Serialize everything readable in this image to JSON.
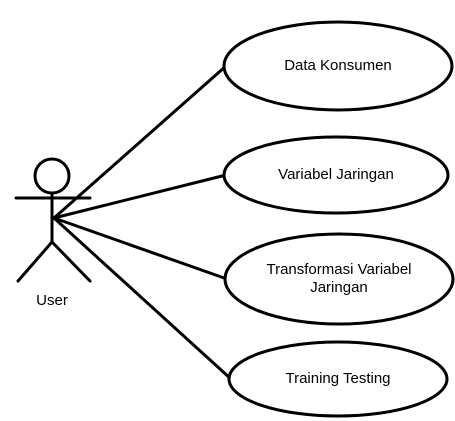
{
  "diagram": {
    "type": "use-case",
    "actor": {
      "name": "User",
      "icon": "stick-figure-icon"
    },
    "use_cases": [
      {
        "lines": [
          "Data Konsumen"
        ]
      },
      {
        "lines": [
          "Variabel Jaringan"
        ]
      },
      {
        "lines": [
          "Transformasi Variabel",
          "Jaringan"
        ]
      },
      {
        "lines": [
          "Training Testing"
        ]
      }
    ],
    "associations": [
      {
        "from": "User",
        "to_use_case": 0
      },
      {
        "from": "User",
        "to_use_case": 1
      },
      {
        "from": "User",
        "to_use_case": 2
      },
      {
        "from": "User",
        "to_use_case": 3
      }
    ],
    "colors": {
      "stroke": "#000000",
      "fill": "#ffffff",
      "text": "#000000"
    }
  }
}
